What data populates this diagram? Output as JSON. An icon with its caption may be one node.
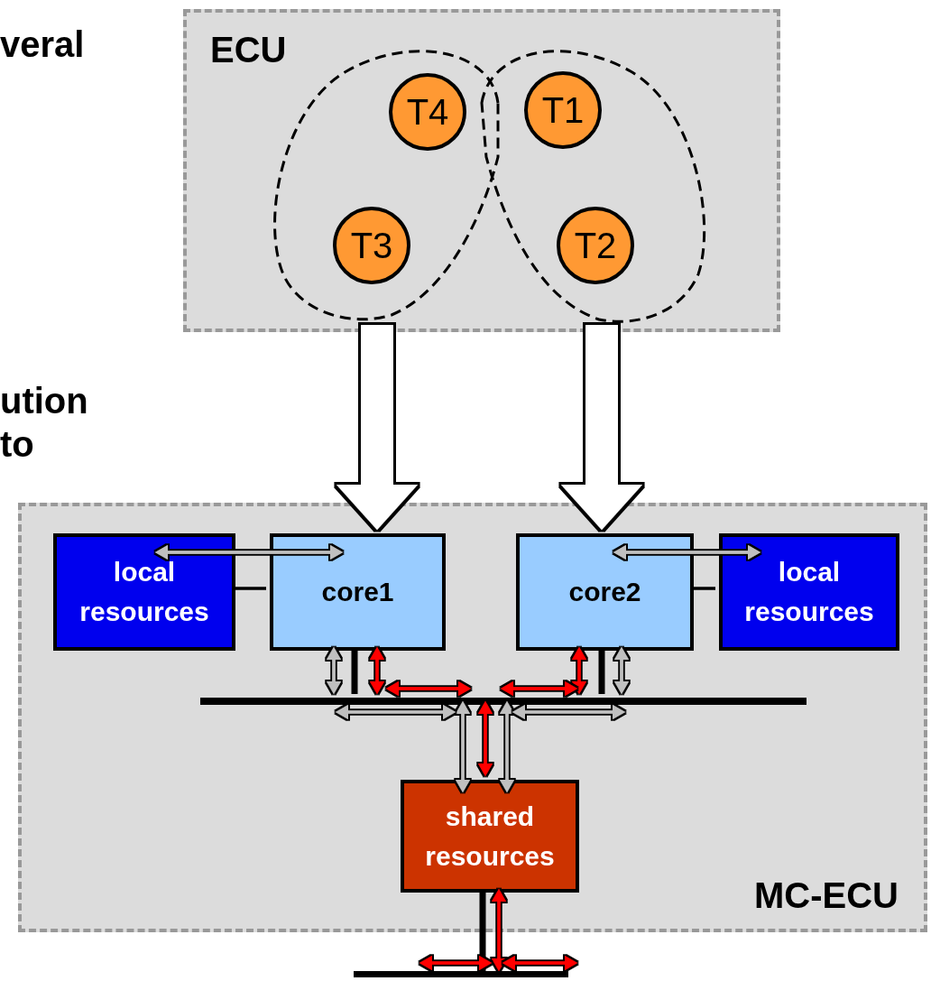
{
  "diagram": {
    "nodes": [
      {
        "text": [
          "ECU"
        ]
      },
      {
        "text": [],
        "shape": "loop",
        "in": 0
      },
      {
        "text": [
          "T4"
        ],
        "in": 1
      },
      {
        "text": [
          "T3"
        ],
        "in": 1
      },
      {
        "text": [],
        "shape": "loop",
        "in": 0
      },
      {
        "text": [
          "T1"
        ],
        "in": 4
      },
      {
        "text": [
          "T2"
        ],
        "in": 4
      },
      {
        "text": [
          "MC-ECU"
        ]
      },
      {
        "text": [
          "local resources"
        ],
        "in": 7
      },
      {
        "text": [
          "core1"
        ],
        "in": 7
      },
      {
        "text": [
          "core2"
        ],
        "in": 7
      },
      {
        "text": [
          "local resources"
        ],
        "in": 7
      },
      {
        "text": [],
        "shape": "bar",
        "in": 7
      },
      {
        "text": [
          "shared resources"
        ],
        "in": 7
      },
      {
        "text": [],
        "shape": "bar"
      }
    ],
    "edges": [
      {
        "from": 1,
        "to": 9,
        "arrow": "to",
        "style": "thick"
      },
      {
        "from": 4,
        "to": 10,
        "arrow": "to",
        "style": "thick"
      },
      {
        "from": 8,
        "to": 9,
        "arrow": "both"
      },
      {
        "from": 8,
        "to": 9,
        "arrow": "none",
        "color": "#000000"
      },
      {
        "from": 11,
        "to": 10,
        "arrow": "both"
      },
      {
        "from": 10,
        "to": 11,
        "arrow": "none",
        "color": "#000000"
      },
      {
        "from": 9,
        "to": 12,
        "arrow": "both"
      },
      {
        "from": 9,
        "to": 12,
        "arrow": "none",
        "style": "thick",
        "color": "#000000"
      },
      {
        "from": 9,
        "to": 12,
        "arrow": "both",
        "color": "#ff0000"
      },
      {
        "from": 10,
        "to": 12,
        "arrow": "both",
        "color": "#ff0000"
      },
      {
        "from": 10,
        "to": 12,
        "arrow": "none",
        "style": "thick",
        "color": "#000000"
      },
      {
        "from": 10,
        "to": 12,
        "arrow": "both"
      },
      {
        "from": 12,
        "to": 13,
        "arrow": "both"
      },
      {
        "from": 12,
        "to": 13,
        "arrow": "both",
        "color": "#ff0000"
      },
      {
        "from": 12,
        "to": 13,
        "arrow": "both"
      },
      {
        "from": 13,
        "to": 14,
        "arrow": "none",
        "style": "thick",
        "color": "#000000"
      },
      {
        "from": 13,
        "to": 14,
        "arrow": "both",
        "color": "#ff0000"
      }
    ],
    "labels": [
      "veral",
      "ution to"
    ]
  }
}
